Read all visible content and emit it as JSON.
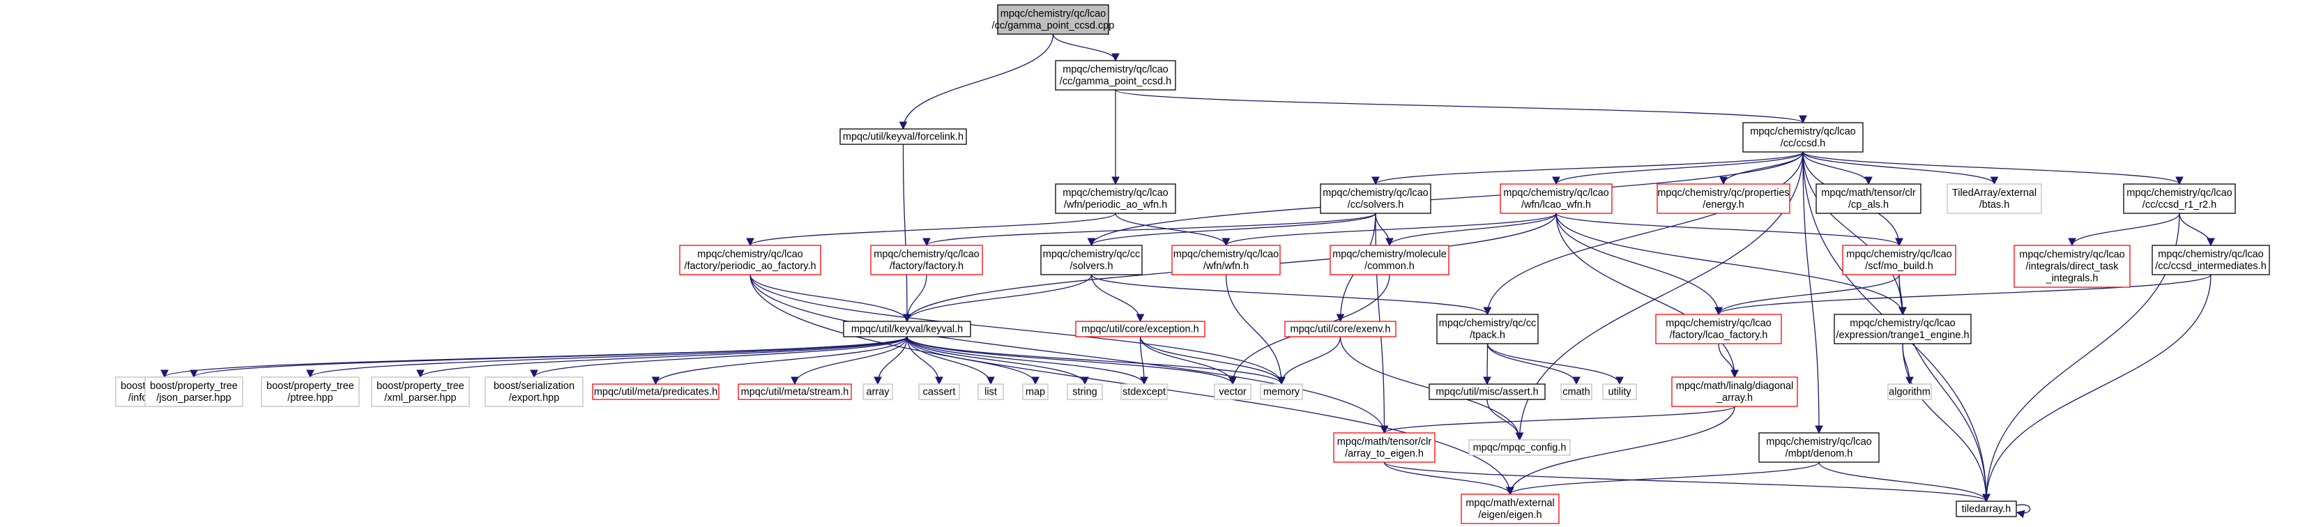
{
  "colors": {
    "root_fill": "#bfbfbf",
    "normal": "#000000",
    "missing_def": "#ff0000",
    "external": "#bfbfbf",
    "edge": "#191970"
  },
  "nodes": [
    {
      "id": "root",
      "lines": [
        "mpqc/chemistry/qc/lcao",
        "/cc/gamma_point_ccsd.cpp"
      ],
      "kind": "root"
    },
    {
      "id": "gpccsd_h",
      "lines": [
        "mpqc/chemistry/qc/lcao",
        "/cc/gamma_point_ccsd.h"
      ],
      "kind": "normal"
    },
    {
      "id": "forcelink",
      "lines": [
        "mpqc/util/keyval/forcelink.h"
      ],
      "kind": "normal"
    },
    {
      "id": "ccsd_h",
      "lines": [
        "mpqc/chemistry/qc/lcao",
        "/cc/ccsd.h"
      ],
      "kind": "normal"
    },
    {
      "id": "periodic_ao_wfn",
      "lines": [
        "mpqc/chemistry/qc/lcao",
        "/wfn/periodic_ao_wfn.h"
      ],
      "kind": "normal"
    },
    {
      "id": "cc_solvers_lcao",
      "lines": [
        "mpqc/chemistry/qc/lcao",
        "/cc/solvers.h"
      ],
      "kind": "normal"
    },
    {
      "id": "lcao_wfn",
      "lines": [
        "mpqc/chemistry/qc/lcao",
        "/wfn/lcao_wfn.h"
      ],
      "kind": "missing"
    },
    {
      "id": "properties_energy",
      "lines": [
        "mpqc/chemistry/qc/properties",
        "/energy.h"
      ],
      "kind": "missing"
    },
    {
      "id": "cp_als",
      "lines": [
        "mpqc/math/tensor/clr",
        "/cp_als.h"
      ],
      "kind": "normal"
    },
    {
      "id": "tiledarray_btas",
      "lines": [
        "TiledArray/external",
        "/btas.h"
      ],
      "kind": "external"
    },
    {
      "id": "ccsd_r1_r2",
      "lines": [
        "mpqc/chemistry/qc/lcao",
        "/cc/ccsd_r1_r2.h"
      ],
      "kind": "normal"
    },
    {
      "id": "periodic_ao_factory",
      "lines": [
        "mpqc/chemistry/qc/lcao",
        "/factory/periodic_ao_factory.h"
      ],
      "kind": "missing"
    },
    {
      "id": "factory_h",
      "lines": [
        "mpqc/chemistry/qc/lcao",
        "/factory/factory.h"
      ],
      "kind": "missing"
    },
    {
      "id": "qc_cc_solvers",
      "lines": [
        "mpqc/chemistry/qc/cc",
        "/solvers.h"
      ],
      "kind": "normal"
    },
    {
      "id": "wfn_h",
      "lines": [
        "mpqc/chemistry/qc/lcao",
        "/wfn/wfn.h"
      ],
      "kind": "missing"
    },
    {
      "id": "molecule_common",
      "lines": [
        "mpqc/chemistry/molecule",
        "/common.h"
      ],
      "kind": "missing"
    },
    {
      "id": "mo_build",
      "lines": [
        "mpqc/chemistry/qc/lcao",
        "/scf/mo_build.h"
      ],
      "kind": "missing"
    },
    {
      "id": "direct_task_integrals",
      "lines": [
        "mpqc/chemistry/qc/lcao",
        "/integrals/direct_task",
        "_integrals.h"
      ],
      "kind": "missing"
    },
    {
      "id": "ccsd_intermediates",
      "lines": [
        "mpqc/chemistry/qc/lcao",
        "/cc/ccsd_intermediates.h"
      ],
      "kind": "normal"
    },
    {
      "id": "keyval_h",
      "lines": [
        "mpqc/util/keyval/keyval.h"
      ],
      "kind": "normal"
    },
    {
      "id": "exception_h",
      "lines": [
        "mpqc/util/core/exception.h"
      ],
      "kind": "missing"
    },
    {
      "id": "exenv_h",
      "lines": [
        "mpqc/util/core/exenv.h"
      ],
      "kind": "missing"
    },
    {
      "id": "tpack_h",
      "lines": [
        "mpqc/chemistry/qc/cc",
        "/tpack.h"
      ],
      "kind": "normal"
    },
    {
      "id": "lcao_factory",
      "lines": [
        "mpqc/chemistry/qc/lcao",
        "/factory/lcao_factory.h"
      ],
      "kind": "missing"
    },
    {
      "id": "trange1_engine",
      "lines": [
        "mpqc/chemistry/qc/lcao",
        "/expression/trange1_engine.h"
      ],
      "kind": "normal"
    },
    {
      "id": "info_parser",
      "lines": [
        "boost/property_tree",
        "/info_parser.hpp"
      ],
      "kind": "external"
    },
    {
      "id": "json_parser",
      "lines": [
        "boost/property_tree",
        "/json_parser.hpp"
      ],
      "kind": "external"
    },
    {
      "id": "ptree",
      "lines": [
        "boost/property_tree",
        "/ptree.hpp"
      ],
      "kind": "external"
    },
    {
      "id": "xml_parser",
      "lines": [
        "boost/property_tree",
        "/xml_parser.hpp"
      ],
      "kind": "external"
    },
    {
      "id": "boost_export",
      "lines": [
        "boost/serialization",
        "/export.hpp"
      ],
      "kind": "external"
    },
    {
      "id": "predicates",
      "lines": [
        "mpqc/util/meta/predicates.h"
      ],
      "kind": "missing"
    },
    {
      "id": "stream_h",
      "lines": [
        "mpqc/util/meta/stream.h"
      ],
      "kind": "missing"
    },
    {
      "id": "array",
      "lines": [
        "array"
      ],
      "kind": "external"
    },
    {
      "id": "cassert",
      "lines": [
        "cassert"
      ],
      "kind": "external"
    },
    {
      "id": "list",
      "lines": [
        "list"
      ],
      "kind": "external"
    },
    {
      "id": "map",
      "lines": [
        "map"
      ],
      "kind": "external"
    },
    {
      "id": "string",
      "lines": [
        "string"
      ],
      "kind": "external"
    },
    {
      "id": "stdexcept",
      "lines": [
        "stdexcept"
      ],
      "kind": "external"
    },
    {
      "id": "vector",
      "lines": [
        "vector"
      ],
      "kind": "external"
    },
    {
      "id": "memory",
      "lines": [
        "memory"
      ],
      "kind": "external"
    },
    {
      "id": "misc_assert",
      "lines": [
        "mpqc/util/misc/assert.h"
      ],
      "kind": "normal"
    },
    {
      "id": "cmath",
      "lines": [
        "cmath"
      ],
      "kind": "external"
    },
    {
      "id": "utility",
      "lines": [
        "utility"
      ],
      "kind": "external"
    },
    {
      "id": "diagonal_array",
      "lines": [
        "mpqc/math/linalg/diagonal",
        "_array.h"
      ],
      "kind": "missing"
    },
    {
      "id": "algorithm",
      "lines": [
        "algorithm"
      ],
      "kind": "external"
    },
    {
      "id": "mpqc_config",
      "lines": [
        "mpqc/mpqc_config.h"
      ],
      "kind": "external"
    },
    {
      "id": "array_to_eigen",
      "lines": [
        "mpqc/math/tensor/clr",
        "/array_to_eigen.h"
      ],
      "kind": "missing"
    },
    {
      "id": "denom_h",
      "lines": [
        "mpqc/chemistry/qc/lcao",
        "/mbpt/denom.h"
      ],
      "kind": "normal"
    },
    {
      "id": "eigen_h",
      "lines": [
        "mpqc/math/external",
        "/eigen/eigen.h"
      ],
      "kind": "missing"
    },
    {
      "id": "tiledarray_h",
      "lines": [
        "tiledarray.h"
      ],
      "kind": "normal"
    }
  ],
  "edges": [
    [
      "root",
      "gpccsd_h"
    ],
    [
      "root",
      "forcelink"
    ],
    [
      "gpccsd_h",
      "ccsd_h"
    ],
    [
      "gpccsd_h",
      "periodic_ao_wfn"
    ],
    [
      "forcelink",
      "keyval_h"
    ],
    [
      "ccsd_h",
      "cc_solvers_lcao"
    ],
    [
      "ccsd_h",
      "lcao_wfn"
    ],
    [
      "ccsd_h",
      "properties_energy"
    ],
    [
      "ccsd_h",
      "cp_als"
    ],
    [
      "ccsd_h",
      "tiledarray_btas"
    ],
    [
      "ccsd_h",
      "ccsd_r1_r2"
    ],
    [
      "ccsd_h",
      "qc_cc_solvers"
    ],
    [
      "ccsd_h",
      "tpack_h"
    ],
    [
      "ccsd_h",
      "mo_build"
    ],
    [
      "ccsd_h",
      "trange1_engine"
    ],
    [
      "ccsd_h",
      "denom_h"
    ],
    [
      "ccsd_h",
      "mpqc_config"
    ],
    [
      "ccsd_h",
      "tiledarray_h"
    ],
    [
      "periodic_ao_wfn",
      "periodic_ao_factory"
    ],
    [
      "periodic_ao_wfn",
      "wfn_h"
    ],
    [
      "cc_solvers_lcao",
      "factory_h"
    ],
    [
      "cc_solvers_lcao",
      "qc_cc_solvers"
    ],
    [
      "cc_solvers_lcao",
      "molecule_common"
    ],
    [
      "cc_solvers_lcao",
      "exenv_h"
    ],
    [
      "cc_solvers_lcao",
      "array_to_eigen"
    ],
    [
      "lcao_wfn",
      "wfn_h"
    ],
    [
      "lcao_wfn",
      "molecule_common"
    ],
    [
      "lcao_wfn",
      "mo_build"
    ],
    [
      "lcao_wfn",
      "lcao_factory"
    ],
    [
      "lcao_wfn",
      "trange1_engine"
    ],
    [
      "lcao_wfn",
      "diagonal_array"
    ],
    [
      "lcao_wfn",
      "keyval_h"
    ],
    [
      "ccsd_r1_r2",
      "direct_task_integrals"
    ],
    [
      "ccsd_r1_r2",
      "ccsd_intermediates"
    ],
    [
      "ccsd_r1_r2",
      "tiledarray_h"
    ],
    [
      "periodic_ao_factory",
      "keyval_h"
    ],
    [
      "periodic_ao_factory",
      "array_to_eigen"
    ],
    [
      "periodic_ao_factory",
      "eigen_h"
    ],
    [
      "periodic_ao_factory",
      "memory"
    ],
    [
      "factory_h",
      "keyval_h"
    ],
    [
      "qc_cc_solvers",
      "keyval_h"
    ],
    [
      "qc_cc_solvers",
      "exception_h"
    ],
    [
      "qc_cc_solvers",
      "tpack_h"
    ],
    [
      "wfn_h",
      "memory"
    ],
    [
      "molecule_common",
      "vector"
    ],
    [
      "mo_build",
      "lcao_factory"
    ],
    [
      "mo_build",
      "trange1_engine"
    ],
    [
      "mo_build",
      "tiledarray_h"
    ],
    [
      "ccsd_intermediates",
      "lcao_factory"
    ],
    [
      "ccsd_intermediates",
      "tiledarray_h"
    ],
    [
      "keyval_h",
      "info_parser"
    ],
    [
      "keyval_h",
      "json_parser"
    ],
    [
      "keyval_h",
      "ptree"
    ],
    [
      "keyval_h",
      "xml_parser"
    ],
    [
      "keyval_h",
      "boost_export"
    ],
    [
      "keyval_h",
      "predicates"
    ],
    [
      "keyval_h",
      "stream_h"
    ],
    [
      "keyval_h",
      "array"
    ],
    [
      "keyval_h",
      "cassert"
    ],
    [
      "keyval_h",
      "list"
    ],
    [
      "keyval_h",
      "map"
    ],
    [
      "keyval_h",
      "string"
    ],
    [
      "keyval_h",
      "stdexcept"
    ],
    [
      "keyval_h",
      "vector"
    ],
    [
      "keyval_h",
      "memory"
    ],
    [
      "exception_h",
      "stdexcept"
    ],
    [
      "exception_h",
      "vector"
    ],
    [
      "exception_h",
      "memory"
    ],
    [
      "exenv_h",
      "memory"
    ],
    [
      "exenv_h",
      "mpqc_config"
    ],
    [
      "tpack_h",
      "misc_assert"
    ],
    [
      "tpack_h",
      "cmath"
    ],
    [
      "tpack_h",
      "utility"
    ],
    [
      "misc_assert",
      "mpqc_config"
    ],
    [
      "lcao_factory",
      "diagonal_array"
    ],
    [
      "trange1_engine",
      "algorithm"
    ],
    [
      "trange1_engine",
      "tiledarray_h"
    ],
    [
      "diagonal_array",
      "array_to_eigen"
    ],
    [
      "diagonal_array",
      "eigen_h"
    ],
    [
      "array_to_eigen",
      "eigen_h"
    ],
    [
      "array_to_eigen",
      "tiledarray_h"
    ],
    [
      "denom_h",
      "eigen_h"
    ],
    [
      "denom_h",
      "tiledarray_h"
    ],
    [
      "tiledarray_h",
      "tiledarray_h"
    ]
  ]
}
